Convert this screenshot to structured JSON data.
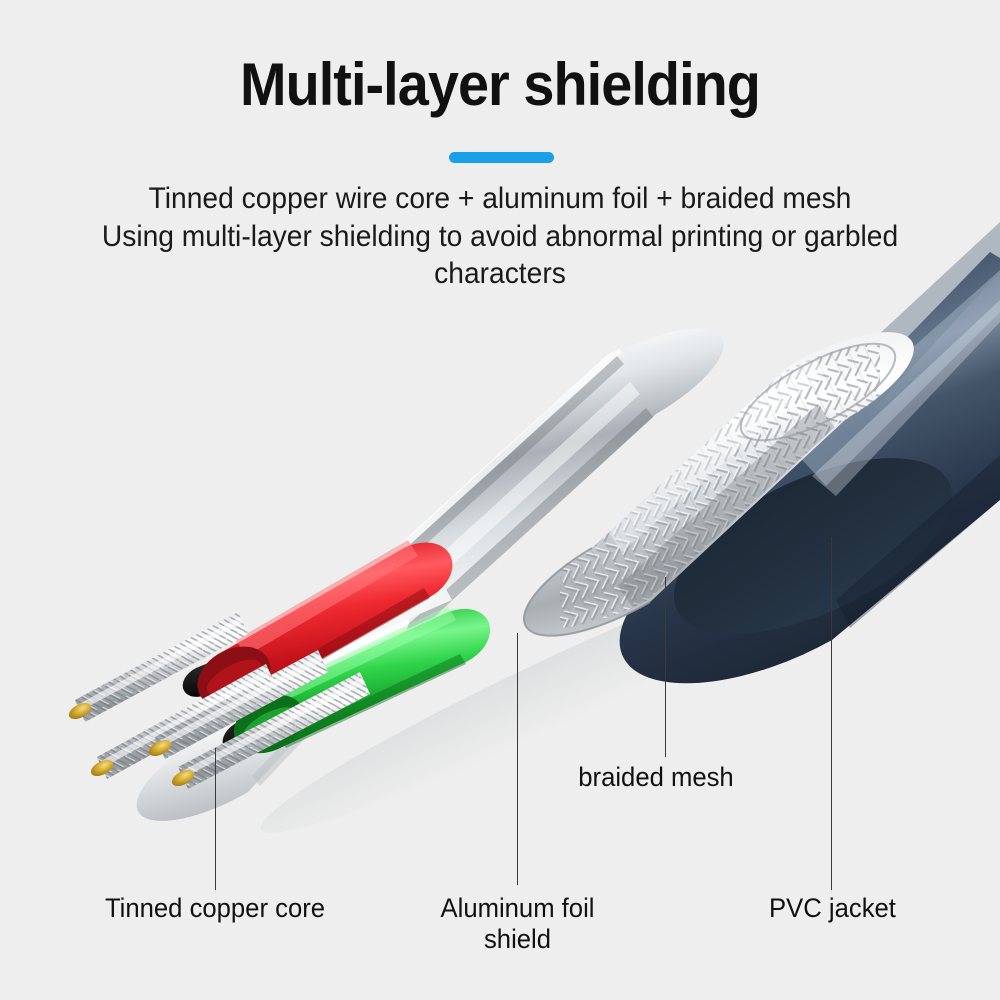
{
  "background_color": "#eeeeee",
  "header": {
    "title": "Multi-layer shielding",
    "accent_color": "#19a0e8",
    "subtitle_line1": "Tinned copper wire core + aluminum foil + braided mesh",
    "subtitle_line2": "Using multi-layer shielding to avoid abnormal printing or garbled characters"
  },
  "labels": {
    "tinned_core": "Tinned copper core",
    "aluminum_foil": "Aluminum foil shield",
    "braided_mesh": "braided mesh",
    "pvc_jacket": "PVC jacket"
  },
  "cable": {
    "layers": [
      {
        "name": "PVC jacket",
        "color": "#2b3a4a"
      },
      {
        "name": "braided mesh",
        "color": "#cfd3d6"
      },
      {
        "name": "aluminum foil shield",
        "color": "#b8bcc0"
      },
      {
        "name": "inner wrap",
        "color": "#f2f2f2"
      }
    ],
    "conductors": [
      {
        "name": "red wire",
        "color": "#e8212b"
      },
      {
        "name": "green wire",
        "color": "#2ecc40"
      },
      {
        "name": "black wire",
        "color": "#1c1c1c"
      },
      {
        "name": "black wire",
        "color": "#1c1c1c"
      }
    ],
    "strand_color": "#b9bdc0",
    "strand_tip_color": "#c9a227",
    "strand_count": 4
  }
}
